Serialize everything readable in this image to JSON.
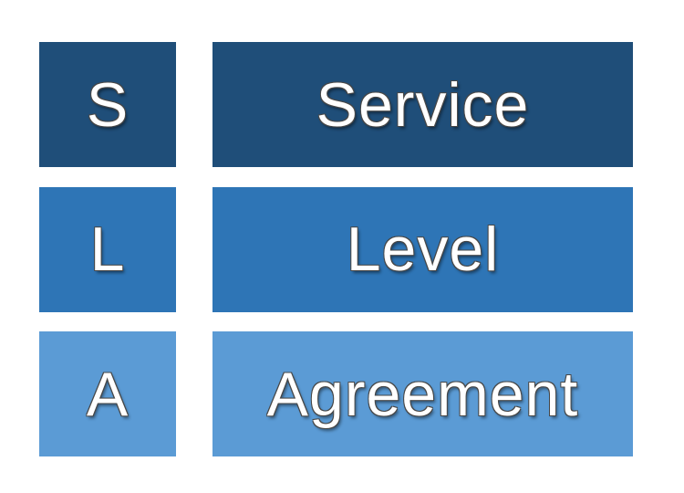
{
  "canvas": {
    "background": "#ffffff",
    "text_color": "#ffffff",
    "text_outline_color": "#474747"
  },
  "rows": [
    {
      "letter": "S",
      "word": "Service",
      "color": "#1F4E79"
    },
    {
      "letter": "L",
      "word": "Level",
      "color": "#2E75B6"
    },
    {
      "letter": "A",
      "word": "Agreement",
      "color": "#5B9BD5"
    }
  ]
}
